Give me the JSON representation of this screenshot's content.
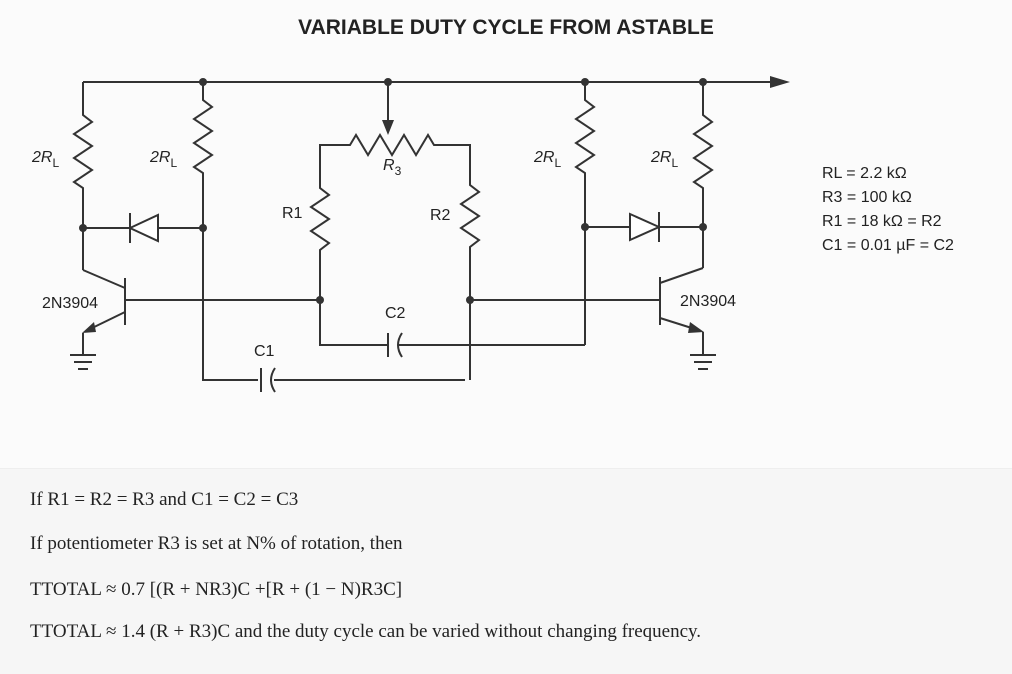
{
  "title": "VARIABLE DUTY CYCLE FROM ASTABLE",
  "labels": {
    "rl_left_1": "2R",
    "rl_left_2": "2R",
    "rl_right_1": "2R",
    "rl_right_2": "2R",
    "rl_sub": "L",
    "r1": "R1",
    "r2": "R2",
    "r3": "R",
    "r3_sub": "3",
    "c1": "C1",
    "c2": "C2",
    "q_left": "2N3904",
    "q_right": "2N3904"
  },
  "specs": [
    "RL = 2.2 kΩ",
    "R3 = 100 kΩ",
    "R1 = 18 kΩ = R2",
    "C1 = 0.01 µF = C2"
  ],
  "notes": [
    "If R1 = R2 = R3 and C1 = C2 = C3",
    "If potentiometer R3 is set at N% of rotation, then",
    "TTOTAL ≈ 0.7 [(R + NR3)C +[R + (1 − N)R3C]",
    "TTOTAL ≈ 1.4 (R + R3)C and the duty cycle can be varied without changing frequency."
  ]
}
